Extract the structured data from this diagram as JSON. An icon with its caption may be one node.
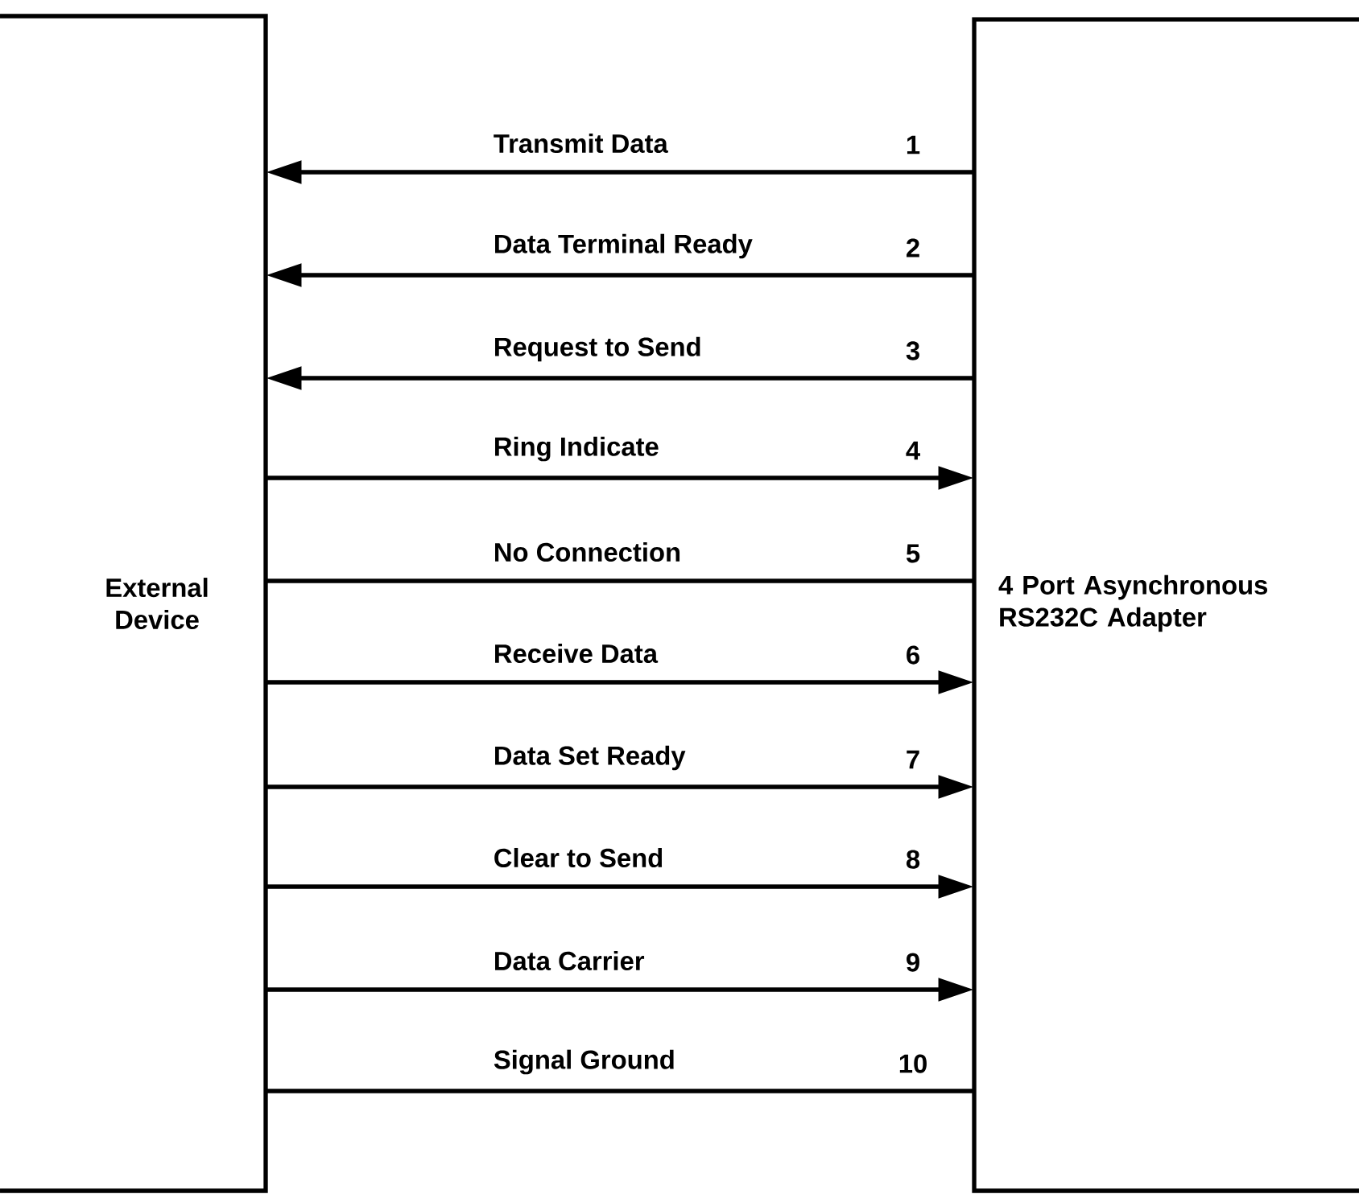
{
  "diagram": {
    "nodes": [
      {
        "text": [
          "External Device"
        ]
      },
      {
        "text": [
          "4 Port Asynchronous RS232C Adapter"
        ]
      }
    ],
    "edges": [
      {
        "from": 1,
        "to": 0,
        "arrow": "to",
        "label": "Transmit Data"
      },
      {
        "from": 1,
        "to": 0,
        "arrow": "to",
        "label": "Data Terminal Ready"
      },
      {
        "from": 1,
        "to": 0,
        "arrow": "to",
        "label": "Request to Send"
      },
      {
        "from": 0,
        "to": 1,
        "arrow": "to",
        "label": "Ring Indicate"
      },
      {
        "from": 0,
        "to": 1,
        "arrow": "none",
        "label": "No Connection"
      },
      {
        "from": 0,
        "to": 1,
        "arrow": "to",
        "label": "Receive Data"
      },
      {
        "from": 0,
        "to": 1,
        "arrow": "to",
        "label": "Data Set Ready"
      },
      {
        "from": 0,
        "to": 1,
        "arrow": "to",
        "label": "Clear to Send"
      },
      {
        "from": 0,
        "to": 1,
        "arrow": "to",
        "label": "Data Carrier"
      },
      {
        "from": 0,
        "to": 1,
        "arrow": "none",
        "label": "Signal Ground"
      }
    ],
    "labels": [
      "1",
      "2",
      "3",
      "4",
      "5",
      "6",
      "7",
      "8",
      "9",
      "10"
    ]
  }
}
